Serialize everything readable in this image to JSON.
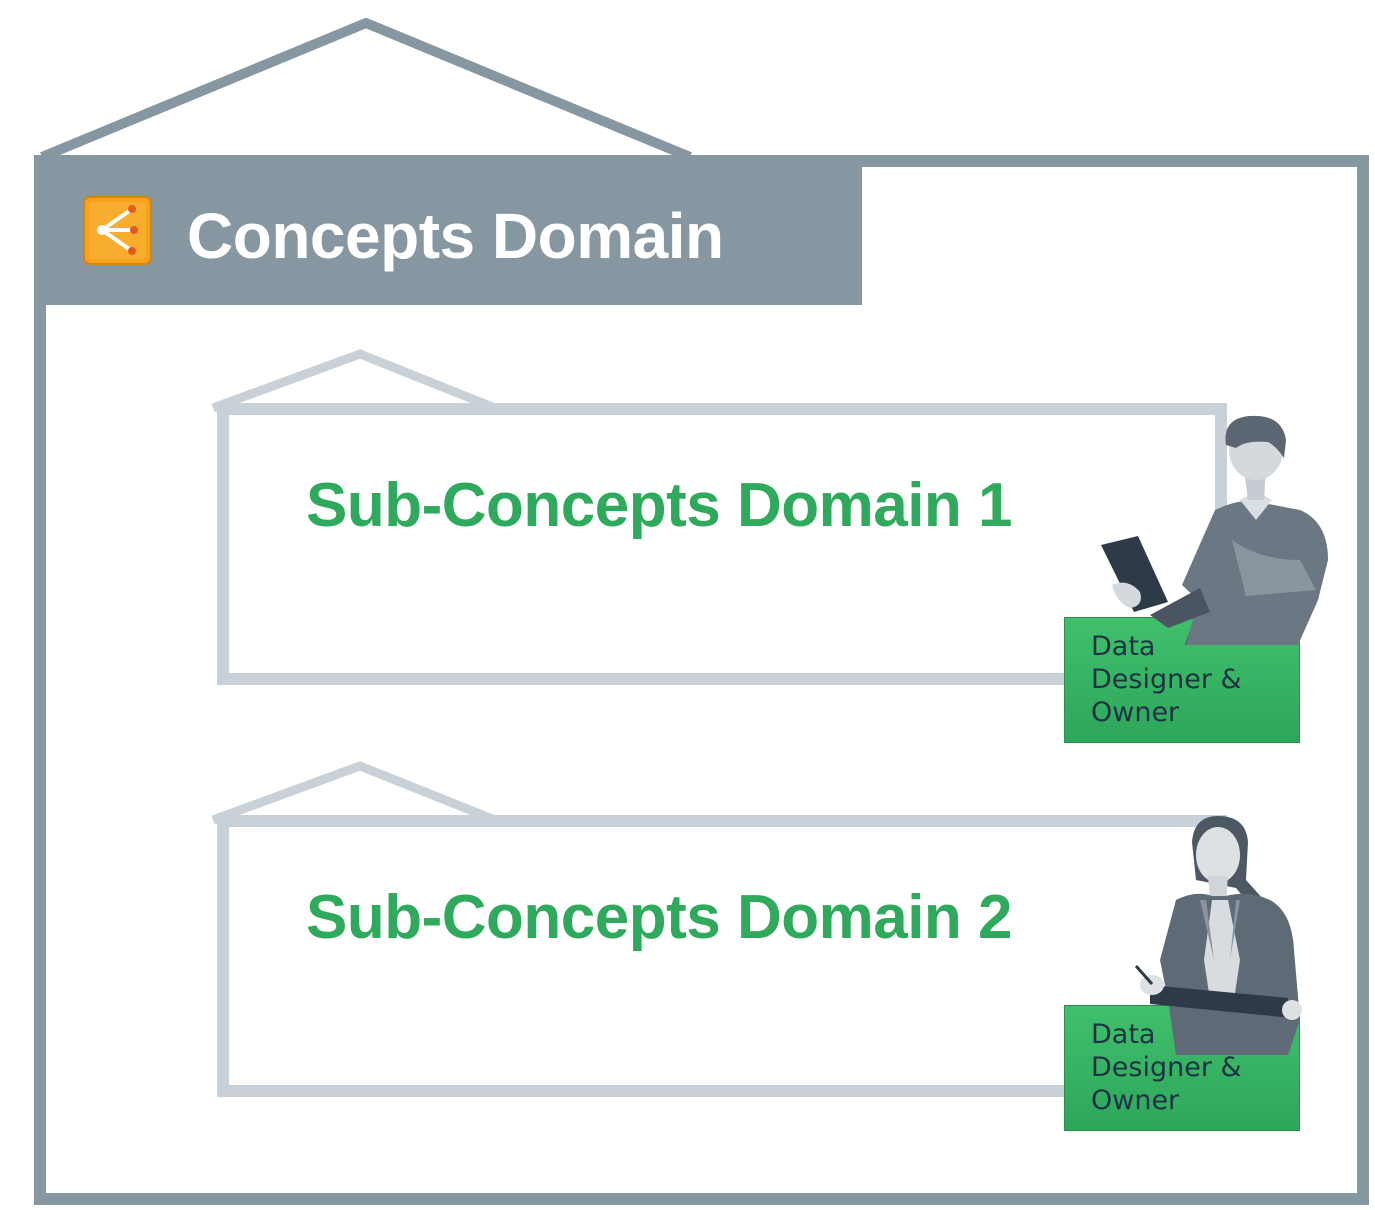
{
  "domain": {
    "title": "Concepts Domain",
    "icon": "hierarchy-icon"
  },
  "sub_domains": [
    {
      "title": "Sub-Concepts Domain 1",
      "role_lines": [
        "Data",
        "Designer &",
        "Owner"
      ],
      "person_icon": "man-with-tablet-icon"
    },
    {
      "title": "Sub-Concepts Domain 2",
      "role_lines": [
        "Data",
        "Designer &",
        "Owner"
      ],
      "person_icon": "woman-with-tablet-icon"
    }
  ],
  "colors": {
    "frame": "#8797a2",
    "sub_frame": "#c8d1d7",
    "title_text": "#ffffff",
    "sub_title": "#2faa5c",
    "role_box": "#35b063",
    "role_text": "#1f3244",
    "icon_bg": "#f6a21d",
    "person": "#5d6a76"
  }
}
